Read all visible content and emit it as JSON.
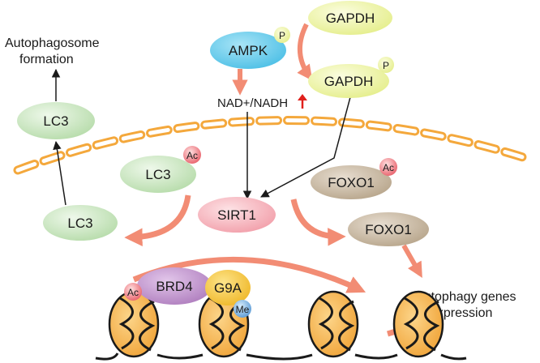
{
  "outcomes": {
    "autophagosome_line1": "Autophagosome",
    "autophagosome_line2": "formation",
    "genes_line1": "Autophagy genes",
    "genes_line2": "expression"
  },
  "nodes": {
    "ampk": "AMPK",
    "gapdh_top": "GAPDH",
    "gapdh_phospho": "GAPDH",
    "nad_ratio": "NAD+/NADH",
    "sirt1": "SIRT1",
    "foxo1_acetylated": "FOXO1",
    "foxo1_nuclear": "FOXO1",
    "lc3_top": "LC3",
    "lc3_acetylated": "LC3",
    "lc3_nuclear": "LC3",
    "brd4": "BRD4",
    "g9a": "G9A"
  },
  "badges": {
    "phospho": "P",
    "acetyl": "Ac",
    "methyl": "Me"
  },
  "colors": {
    "green_node": "#c8e6c0",
    "blue_node": "#5cc8ea",
    "yellow_node": "#eef3a0",
    "pink_node": "#f6b4bd",
    "taupe_node": "#c7b8a2",
    "purple_node": "#c597cf",
    "gold_node": "#f5c640",
    "salmon_arrow": "#f28c74",
    "membrane": "#f4a83c",
    "nucleosome": "#f6b24d",
    "red_up_arrow": "#e0201c"
  },
  "icons": [
    "up-arrow-icon",
    "phospho-badge",
    "acetyl-badge",
    "methyl-badge",
    "nucleosome-icon"
  ]
}
